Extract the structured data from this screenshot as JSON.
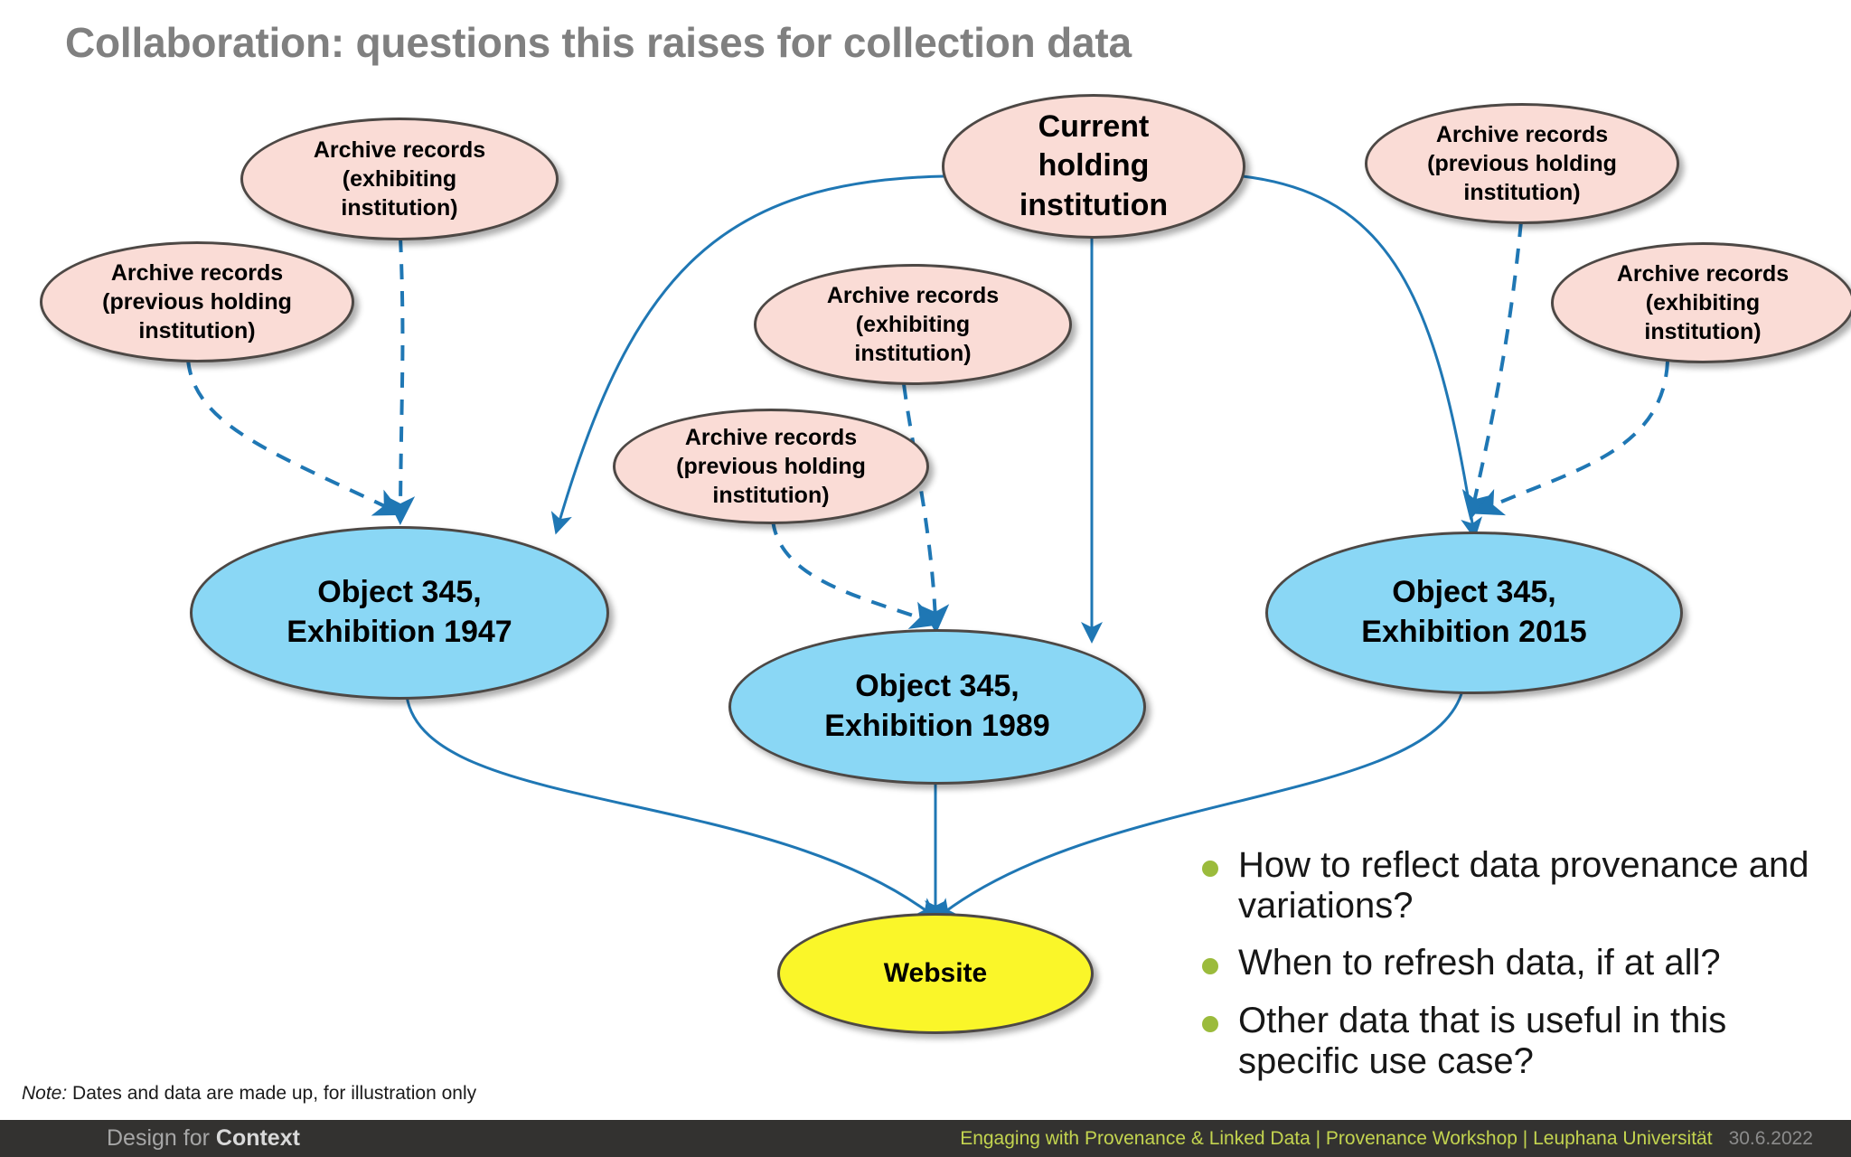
{
  "slide": {
    "title": "Collaboration: questions this raises for collection data",
    "background": "#ffffff",
    "note_prefix": "Note:",
    "note_text": " Dates and data are made up, for illustration only"
  },
  "colors": {
    "title": "#808080",
    "source_node_fill": "#fadcd6",
    "object_node_fill": "#8ad7f5",
    "output_node_fill": "#faf629",
    "node_border": "#4d4845",
    "connector": "#1f77b4",
    "bullet": "#9bbb3c",
    "footer_bg": "#333230",
    "footer_accent": "#c3d44f"
  },
  "diagram": {
    "nodes": [
      {
        "id": "ar-exh-left",
        "kind": "source",
        "line1": "Archive records",
        "line2": "(exhibiting",
        "line3": "institution)"
      },
      {
        "id": "ar-prev-left",
        "kind": "source",
        "line1": "Archive records",
        "line2": "(previous holding",
        "line3": "institution)"
      },
      {
        "id": "current-holding",
        "kind": "source",
        "line1": "Current",
        "line2": "holding",
        "line3": "institution"
      },
      {
        "id": "ar-prev-right",
        "kind": "source",
        "line1": "Archive records",
        "line2": "(previous holding",
        "line3": "institution)"
      },
      {
        "id": "ar-exh-right",
        "kind": "source",
        "line1": "Archive records",
        "line2": "(exhibiting",
        "line3": "institution)"
      },
      {
        "id": "ar-exh-center",
        "kind": "source",
        "line1": "Archive records",
        "line2": "(exhibiting",
        "line3": "institution)"
      },
      {
        "id": "ar-prev-center",
        "kind": "source",
        "line1": "Archive records",
        "line2": "(previous holding",
        "line3": "institution)"
      },
      {
        "id": "object-1947",
        "kind": "object",
        "line1": "Object 345,",
        "line2": "Exhibition 1947",
        "line3": ""
      },
      {
        "id": "object-1989",
        "kind": "object",
        "line1": "Object 345,",
        "line2": "Exhibition 1989",
        "line3": ""
      },
      {
        "id": "object-2015",
        "kind": "object",
        "line1": "Object 345,",
        "line2": "Exhibition 2015",
        "line3": ""
      },
      {
        "id": "website",
        "kind": "output",
        "line1": "Website",
        "line2": "",
        "line3": ""
      }
    ]
  },
  "questions": {
    "items": [
      "How to reflect data provenance and variations?",
      "When to refresh data, if at all?",
      "Other data that is useful in this specific use case?"
    ]
  },
  "footer": {
    "brand_light": "Design for ",
    "brand_bold": "Context",
    "credit": "Engaging with Provenance & Linked Data | Provenance Workshop | Leuphana Universität",
    "date": "30.6.2022"
  }
}
